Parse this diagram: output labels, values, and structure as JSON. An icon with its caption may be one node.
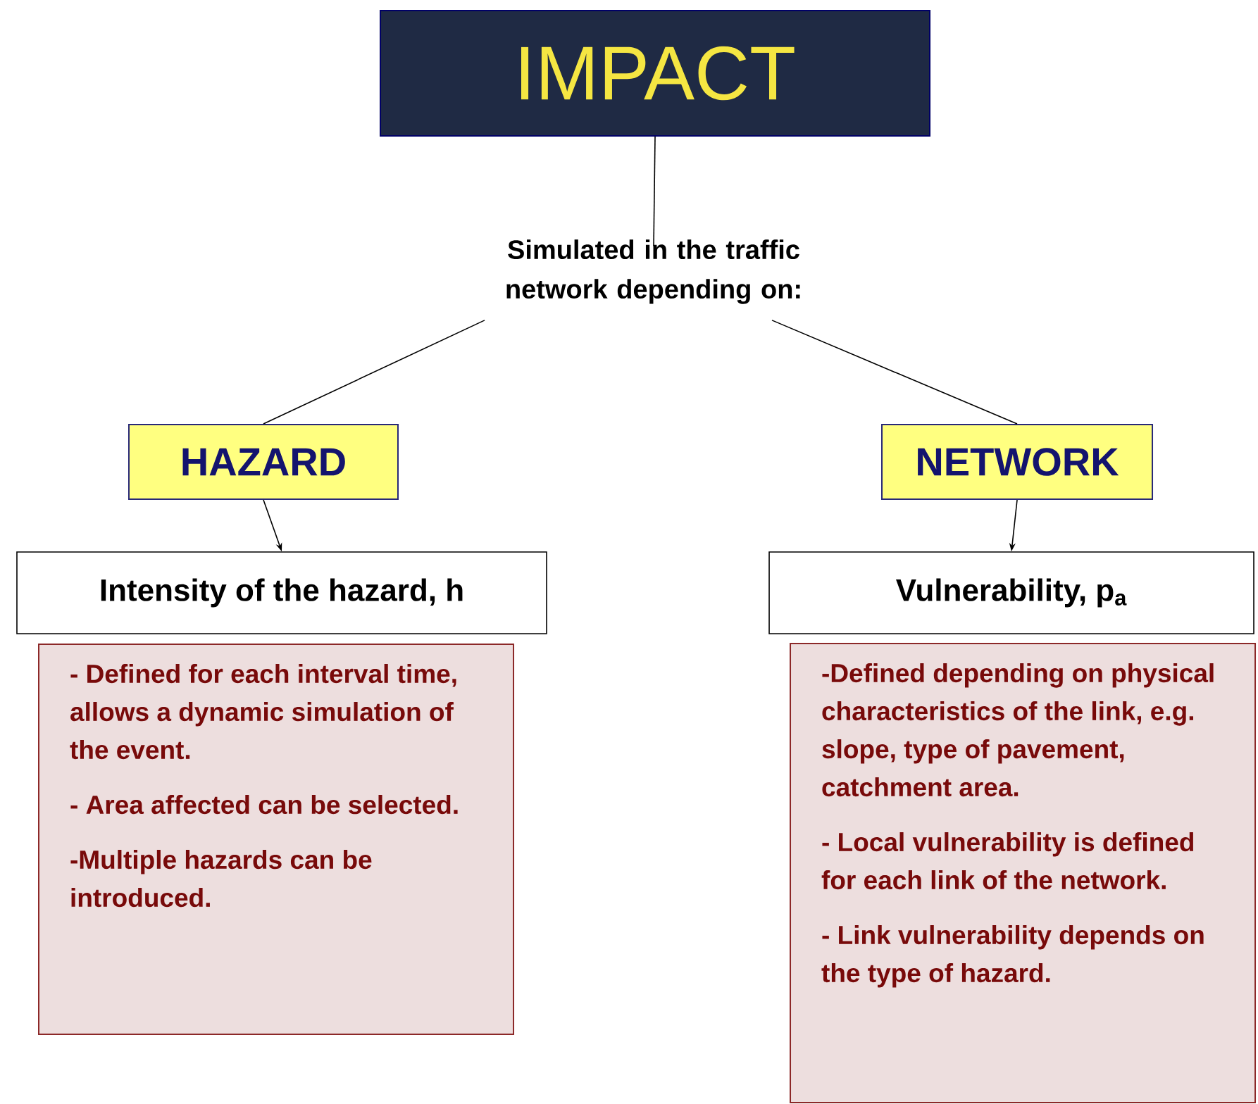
{
  "diagram": {
    "nodes": [
      {
        "text": [
          "IMPACT"
        ]
      },
      {
        "text": [
          "Simulated in the traffic network depending on:"
        ]
      },
      {
        "text": [
          "HAZARD"
        ]
      },
      {
        "text": [
          "NETWORK"
        ]
      },
      {
        "text": [
          "Intensity of the hazard, h"
        ]
      },
      {
        "text": [
          "Vulnerability, p$_{a}$"
        ]
      },
      {
        "text": [
          "- Defined for each interval time, allows a dynamic simulation of the event.",
          "- Area affected can be selected.",
          "-Multiple hazards can be introduced."
        ]
      },
      {
        "text": [
          "-Defined depending on physical characteristics of the link, e.g. slope, type of pavement, catchment area.",
          "- Local vulnerability is defined for each link of the network.",
          "- Link vulnerability depends on the type of hazard."
        ]
      }
    ],
    "edges": [
      {
        "from": 0,
        "to": 1,
        "arrow": "none"
      },
      {
        "from": 1,
        "to": 2,
        "arrow": "none"
      },
      {
        "from": 1,
        "to": 3,
        "arrow": "none"
      },
      {
        "from": 2,
        "to": 4,
        "arrow": "to"
      },
      {
        "from": 3,
        "to": 5,
        "arrow": "to"
      }
    ]
  }
}
